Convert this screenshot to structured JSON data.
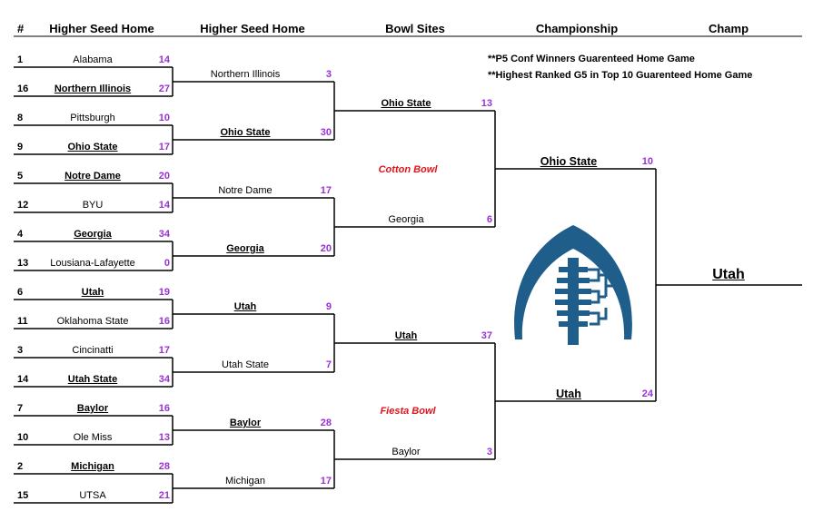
{
  "headers": {
    "seed": "#",
    "round1": "Higher Seed Home",
    "round2": "Higher Seed Home",
    "round3": "Bowl Sites",
    "round4": "Championship",
    "round5": "Champ"
  },
  "notes": [
    "**P5 Conf Winners Guarenteed Home Game",
    "**Highest Ranked G5 in Top 10 Guarenteed Home Game"
  ],
  "round1": [
    {
      "seed": "1",
      "team": "Alabama",
      "score": "14",
      "winner": false
    },
    {
      "seed": "16",
      "team": "Northern Illinois",
      "score": "27",
      "winner": true
    },
    {
      "seed": "8",
      "team": "Pittsburgh",
      "score": "10",
      "winner": false
    },
    {
      "seed": "9",
      "team": "Ohio State",
      "score": "17",
      "winner": true
    },
    {
      "seed": "5",
      "team": "Notre Dame",
      "score": "20",
      "winner": true
    },
    {
      "seed": "12",
      "team": "BYU",
      "score": "14",
      "winner": false
    },
    {
      "seed": "4",
      "team": "Georgia",
      "score": "34",
      "winner": true
    },
    {
      "seed": "13",
      "team": "Lousiana-Lafayette",
      "score": "0",
      "winner": false
    },
    {
      "seed": "6",
      "team": "Utah",
      "score": "19",
      "winner": true
    },
    {
      "seed": "11",
      "team": "Oklahoma State",
      "score": "16",
      "winner": false
    },
    {
      "seed": "3",
      "team": "Cincinatti",
      "score": "17",
      "winner": false
    },
    {
      "seed": "14",
      "team": "Utah State",
      "score": "34",
      "winner": true
    },
    {
      "seed": "7",
      "team": "Baylor",
      "score": "16",
      "winner": true
    },
    {
      "seed": "10",
      "team": "Ole Miss",
      "score": "13",
      "winner": false
    },
    {
      "seed": "2",
      "team": "Michigan",
      "score": "28",
      "winner": true
    },
    {
      "seed": "15",
      "team": "UTSA",
      "score": "21",
      "winner": false
    }
  ],
  "round2": [
    {
      "team": "Northern Illinois",
      "score": "3",
      "winner": false
    },
    {
      "team": "Ohio State",
      "score": "30",
      "winner": true
    },
    {
      "team": "Notre Dame",
      "score": "17",
      "winner": false
    },
    {
      "team": "Georgia",
      "score": "20",
      "winner": true
    },
    {
      "team": "Utah",
      "score": "9",
      "winner": true
    },
    {
      "team": "Utah State",
      "score": "7",
      "winner": false
    },
    {
      "team": "Baylor",
      "score": "28",
      "winner": true
    },
    {
      "team": "Michigan",
      "score": "17",
      "winner": false
    }
  ],
  "round3": [
    {
      "team": "Ohio State",
      "score": "13",
      "winner": true
    },
    {
      "team": "Georgia",
      "score": "6",
      "winner": false
    },
    {
      "team": "Utah",
      "score": "37",
      "winner": true
    },
    {
      "team": "Baylor",
      "score": "3",
      "winner": false
    }
  ],
  "bowls": [
    "Cotton Bowl",
    "Fiesta Bowl"
  ],
  "round4": [
    {
      "team": "Ohio State",
      "score": "10",
      "winner": true
    },
    {
      "team": "Utah",
      "score": "24",
      "winner": true
    }
  ],
  "champion": {
    "team": "Utah"
  },
  "logo_icon": "football-bracket-logo-icon",
  "colors": {
    "score": "#9b30d8",
    "bowl": "#e0141a",
    "logo": "#1f5d8a"
  }
}
